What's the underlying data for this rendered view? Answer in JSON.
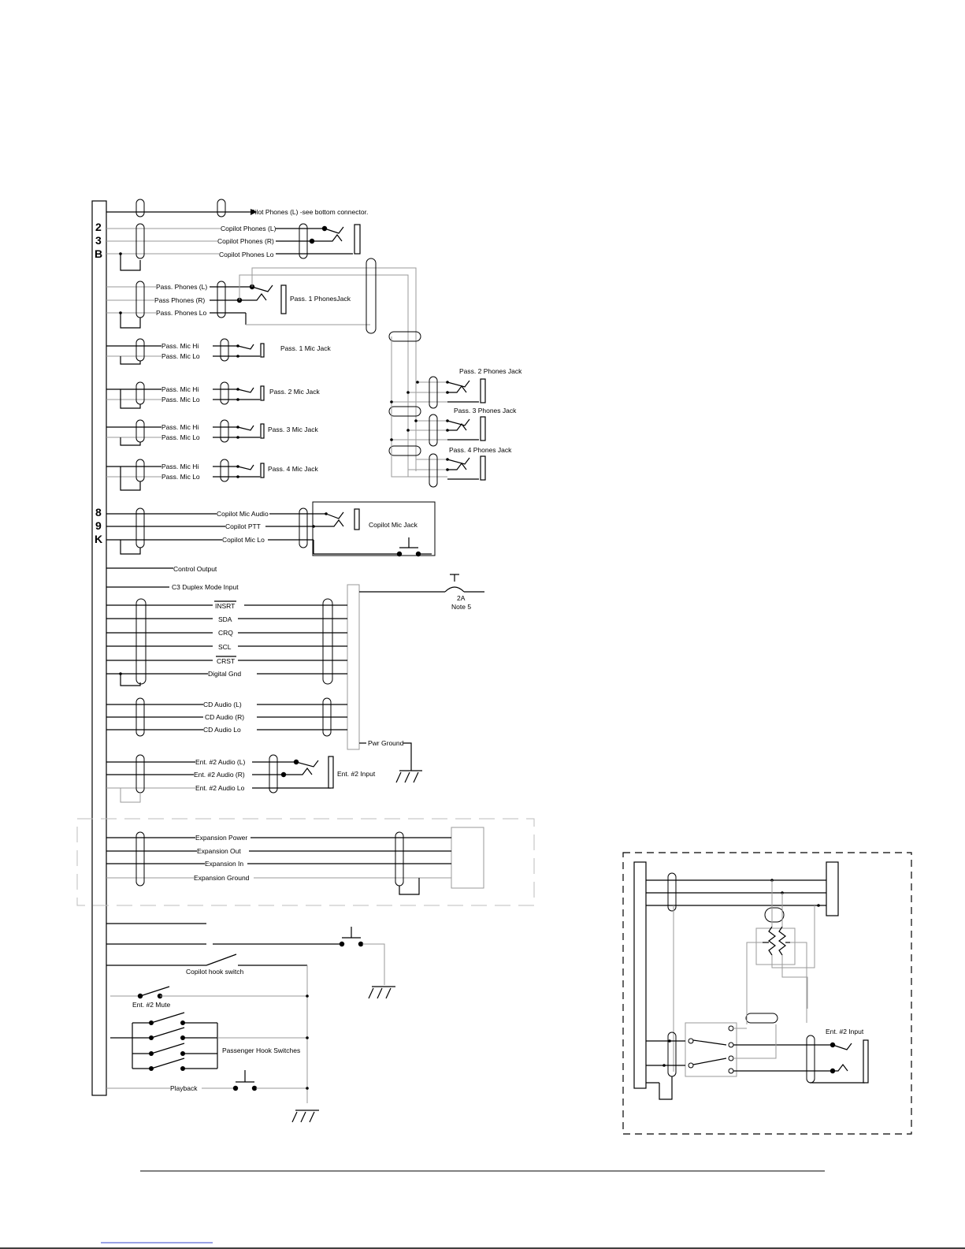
{
  "connector_pins": [
    "2",
    "3",
    "B",
    "8",
    "9",
    "K"
  ],
  "labels": {
    "pilot_phones": "Pilot Phones (L) -see bottom connector.",
    "copilot_phones_l": "Copilot Phones (L)",
    "copilot_phones_r": "Copilot Phones (R)",
    "copilot_phones_lo": "Copilot Phones Lo",
    "pass_phones_l": "Pass. Phones (L)",
    "pass_phones_r": "Pass Phones (R)",
    "pass_phones_lo": "Pass. Phones Lo",
    "pass1_phones_jack": "Pass. 1 PhonesJack",
    "pass_mic_hi": "Pass. Mic Hi",
    "pass_mic_lo": "Pass. Mic Lo",
    "pass1_mic_jack": "Pass. 1 Mic Jack",
    "pass2_mic_jack": "Pass. 2 Mic Jack",
    "pass3_mic_jack": "Pass. 3  Mic Jack",
    "pass4_mic_jack": "Pass. 4  Mic Jack",
    "pass2_phones_jack": "Pass. 2 Phones Jack",
    "pass3_phones_jack": "Pass. 3  Phones Jack",
    "pass4_phones_jack": "Pass. 4  Phones Jack",
    "copilot_mic_audio": "Copilot Mic Audio",
    "copilot_ptt": "Copilot PTT",
    "copilot_mic_lo": "Copilot Mic Lo",
    "copilot_mic_jack": "Copilot Mic Jack",
    "control_output": "Control Output",
    "c3_duplex": "C3 Duplex Mode Input",
    "fuse_value": "2A",
    "fuse_note": "Note 5",
    "insrt": "INSRT",
    "sda": "SDA",
    "crq": "CRQ",
    "scl": "SCL",
    "crst": "CRST",
    "digital_gnd": "Digital Gnd",
    "cd_audio_l": "CD  Audio (L)",
    "cd_audio_r": "CD Audio (R)",
    "cd_audio_lo": "CD  Audio Lo",
    "pwr_ground": "Pwr Ground",
    "ent2_audio_l": "Ent. #2  Audio (L)",
    "ent2_audio_r": "Ent. #2  Audio (R)",
    "ent2_audio_lo": "Ent. #2  Audio Lo",
    "ent2_input": "Ent. #2  Input",
    "expansion_power": "Expansion Power",
    "expansion_out": "Expansion Out",
    "expansion_in": "Expansion In",
    "expansion_ground": "Expansion Ground",
    "copilot_hook": "Copilot hook switch",
    "ent2_mute": "Ent. #2 Mute",
    "pass_hook": "Passenger Hook Switches",
    "playback": "Playback",
    "inset_ent2_input": "Ent. #2  Input"
  }
}
